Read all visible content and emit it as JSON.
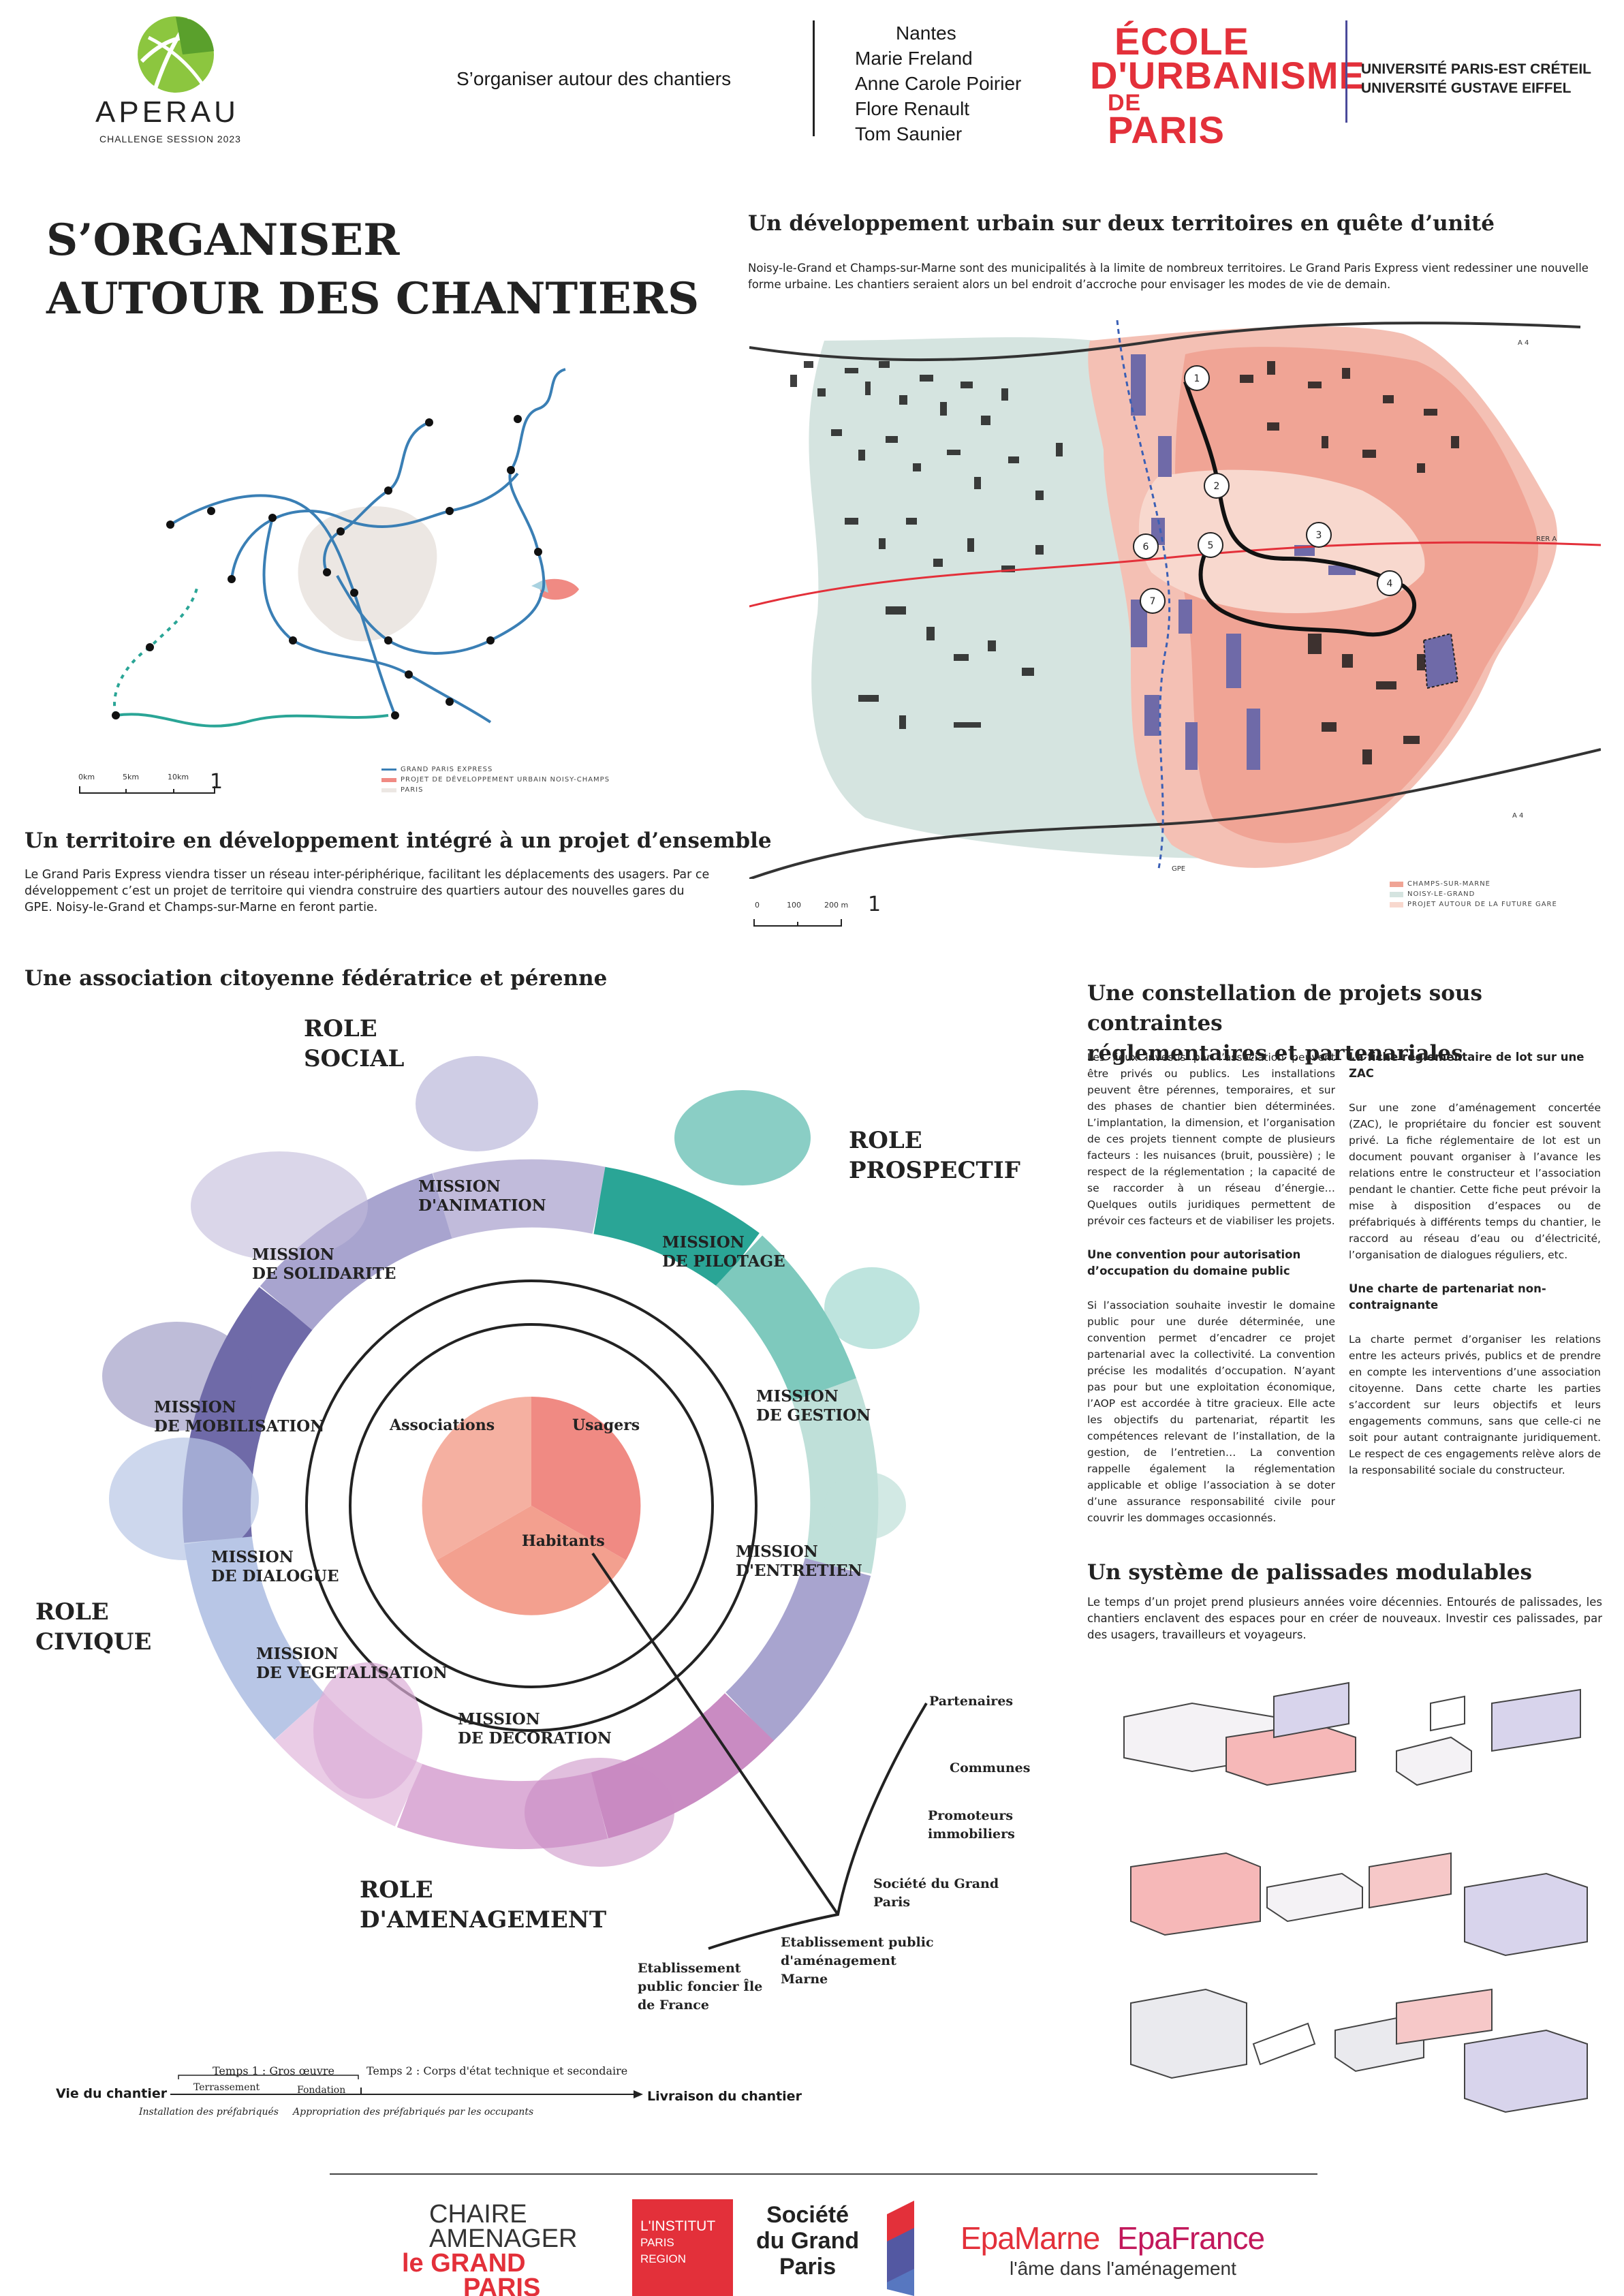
{
  "header": {
    "subject": "S’organiser autour des chantiers",
    "authors": [
      "Nantes",
      "Marie Freland",
      "Anne Carole Poirier",
      "Flore Renault",
      "Tom Saunier"
    ],
    "aperau_name": "APERAU",
    "aperau_session": "CHALLENGE SESSION 2023",
    "eup_lines": [
      "ÉCOLE",
      "D'URBANISME",
      "DE",
      "PARIS"
    ],
    "university_lines": [
      "UNIVERSITÉ PARIS-EST CRÉTEIL",
      "UNIVERSITÉ GUSTAVE EIFFEL"
    ]
  },
  "title_lines": [
    "S’ORGANISER",
    "AUTOUR DES CHANTIERS"
  ],
  "section_map_large": {
    "heading": "Un développement urbain sur deux territoires en quête d’unité",
    "text": "Noisy-le-Grand et Champs-sur-Marne sont des municipalités à la limite de nombreux territoires. Le Grand Paris Express vient redessiner une nouvelle forme urbaine. Les chantiers seraient alors un bel endroit d’accroche pour envisager les modes de vie de demain.",
    "station_numbers": [
      "1",
      "2",
      "3",
      "4",
      "5",
      "6",
      "7"
    ],
    "road_labels": [
      "A 4",
      "RER A",
      "A 4",
      "GPE"
    ],
    "scale": [
      "0",
      "100",
      "200 m"
    ],
    "legend": [
      "CHAMPS-SUR-MARNE",
      "NOISY-LE-GRAND",
      "PROJET AUTOUR DE LA FUTURE GARE"
    ]
  },
  "section_network": {
    "heading": "Un territoire en développement intégré à un projet d’ensemble",
    "text": "Le Grand Paris Express viendra tisser un réseau inter-périphérique, facilitant les déplacements des usagers. Par ce développement c’est un projet de territoire qui viendra construire des quartiers autour des nouvelles gares du GPE. Noisy-le-Grand et Champs-sur-Marne en feront partie.",
    "scale": [
      "0km",
      "5km",
      "10km"
    ],
    "legend": [
      "GRAND PARIS EXPRESS",
      "PROJET DE DÉVELOPPEMENT URBAIN NOISY-CHAMPS",
      "PARIS"
    ]
  },
  "section_association": {
    "heading": "Une association citoyenne fédératrice et pérenne",
    "roles": {
      "social": [
        "ROLE",
        "SOCIAL"
      ],
      "prospectif": [
        "ROLE",
        "PROSPECTIF"
      ],
      "civique": [
        "ROLE",
        "CIVIQUE"
      ],
      "amenagement": [
        "ROLE",
        "D'AMENAGEMENT"
      ]
    },
    "missions": {
      "animation": [
        "MISSION",
        "D'ANIMATION"
      ],
      "pilotage": [
        "MISSION",
        "DE PILOTAGE"
      ],
      "gestion": [
        "MISSION",
        "DE GESTION"
      ],
      "entretien": [
        "MISSION",
        "D'ENTRETIEN"
      ],
      "decoration": [
        "MISSION",
        "DE DECORATION"
      ],
      "vegetalisation": [
        "MISSION",
        "DE VEGETALISATION"
      ],
      "dialogue": [
        "MISSION",
        "DE DIALOGUE"
      ],
      "mobilisation": [
        "MISSION",
        "DE MOBILISATION"
      ],
      "solidarite": [
        "MISSION",
        "DE SOLIDARITE"
      ]
    },
    "pie_labels": [
      "Associations",
      "Usagers",
      "Habitants"
    ],
    "actors": [
      "Partenaires",
      "Communes",
      "Promoteurs immobiliers",
      "Société du Grand Paris",
      "Etablissement public d'aménagement Marne",
      "Etablissement public foncier Île de France"
    ],
    "colors": {
      "purple_dark": "#6f6aa8",
      "purple_mid": "#a8a4cf",
      "lavender": "#c1bbdb",
      "teal": "#2aa596",
      "teal_light": "#7ec9bd",
      "blue_light": "#b8c6e6",
      "pink": "#dcaed7",
      "magenta": "#c98bc2",
      "salmon": "#f3a08f"
    }
  },
  "timeline": {
    "start": "Vie du chantier",
    "end": "Livraison du chantier",
    "temps1": "Temps 1 : Gros œuvre",
    "temps2": "Temps 2 : Corps d'état technique et secondaire",
    "terrassement": "Terrassement",
    "fondation": "Fondation",
    "installation": "Installation des préfabriqués",
    "appropriation": "Appropriation des préfabriqués par les occupants"
  },
  "section_constellation": {
    "heading_lines": [
      "Une constellation de projets sous contraintes",
      "réglementaires et partenariales"
    ],
    "col1_intro": "Les lieux investis par l’association peuvent être privés ou publics. Les installations peuvent être pérennes, temporaires, et sur des phases de chantier bien déterminées. L’implantation, la dimension, et l’organisation de ces projets tiennent compte de plusieurs facteurs : les nuisances (bruit, poussière) ; le respect de la réglementation ; la capacité de se raccorder à un réseau d’énergie… Quelques outils juridiques permettent de prévoir ces facteurs et de viabiliser les projets.",
    "col1_subheading": "Une convention pour autorisation d’occupation du domaine public",
    "col1_text": "Si l’association souhaite investir le domaine public pour une durée déterminée, une convention permet d’encadrer ce projet partenarial avec la collectivité. La convention précise les modalités d’occupation. N’ayant pas pour but une exploitation économique, l’AOP est accordée à titre gracieux. Elle acte les objectifs du partenariat, répartit les compétences relevant de l’installation, de la gestion, de l’entretien… La convention rappelle également la réglementation applicable et oblige l’association à se doter d’une assurance responsabilité civile pour couvrir les dommages occasionnés.",
    "col2_subheading": "La fiche réglementaire de lot sur une ZAC",
    "col2_text": "Sur une zone d’aménagement concertée (ZAC), le propriétaire du foncier est souvent privé. La fiche réglementaire de lot est un document pouvant organiser à l’avance les relations entre le constructeur et l’association pendant le chantier. Cette fiche peut prévoir la mise à disposition d’espaces ou de préfabriqués à différents temps du chantier, le raccord au réseau d’eau ou d’électricité, l’organisation de dialogues réguliers, etc.",
    "col2_subheading2": "Une charte de partenariat non-contraignante",
    "col2_text2": "La charte permet d’organiser les relations entre les acteurs privés, publics et de prendre en compte les interventions d’une association citoyenne. Dans cette charte les parties s’accordent sur leurs objectifs et leurs engagements communs, sans que celle-ci ne soit pour autant contraignante juridiquement. Le respect de ces engagements relève alors de la responsabilité sociale du constructeur."
  },
  "section_palissades": {
    "heading": "Un système de palissades modulables",
    "text": "Le temps d’un projet prend plusieurs années voire décennies. Entourés de palissades, les chantiers enclavent des espaces pour en créer de nouveaux. Investir ces palissades, par des usagers, travailleurs et voyageurs."
  },
  "footer_logos": {
    "chaire_lines": [
      "CHAIRE",
      "AMENAGER",
      "le GRAND",
      "PARIS"
    ],
    "institut_lines": [
      "L'INSTITUT",
      "PARIS",
      "REGION"
    ],
    "sgp_lines": [
      "Société",
      "du Grand",
      "Paris"
    ],
    "epa_marne": "EpaMarne",
    "epa_france": "EpaFrance",
    "epa_tagline": "l'âme dans l'aménagement"
  }
}
